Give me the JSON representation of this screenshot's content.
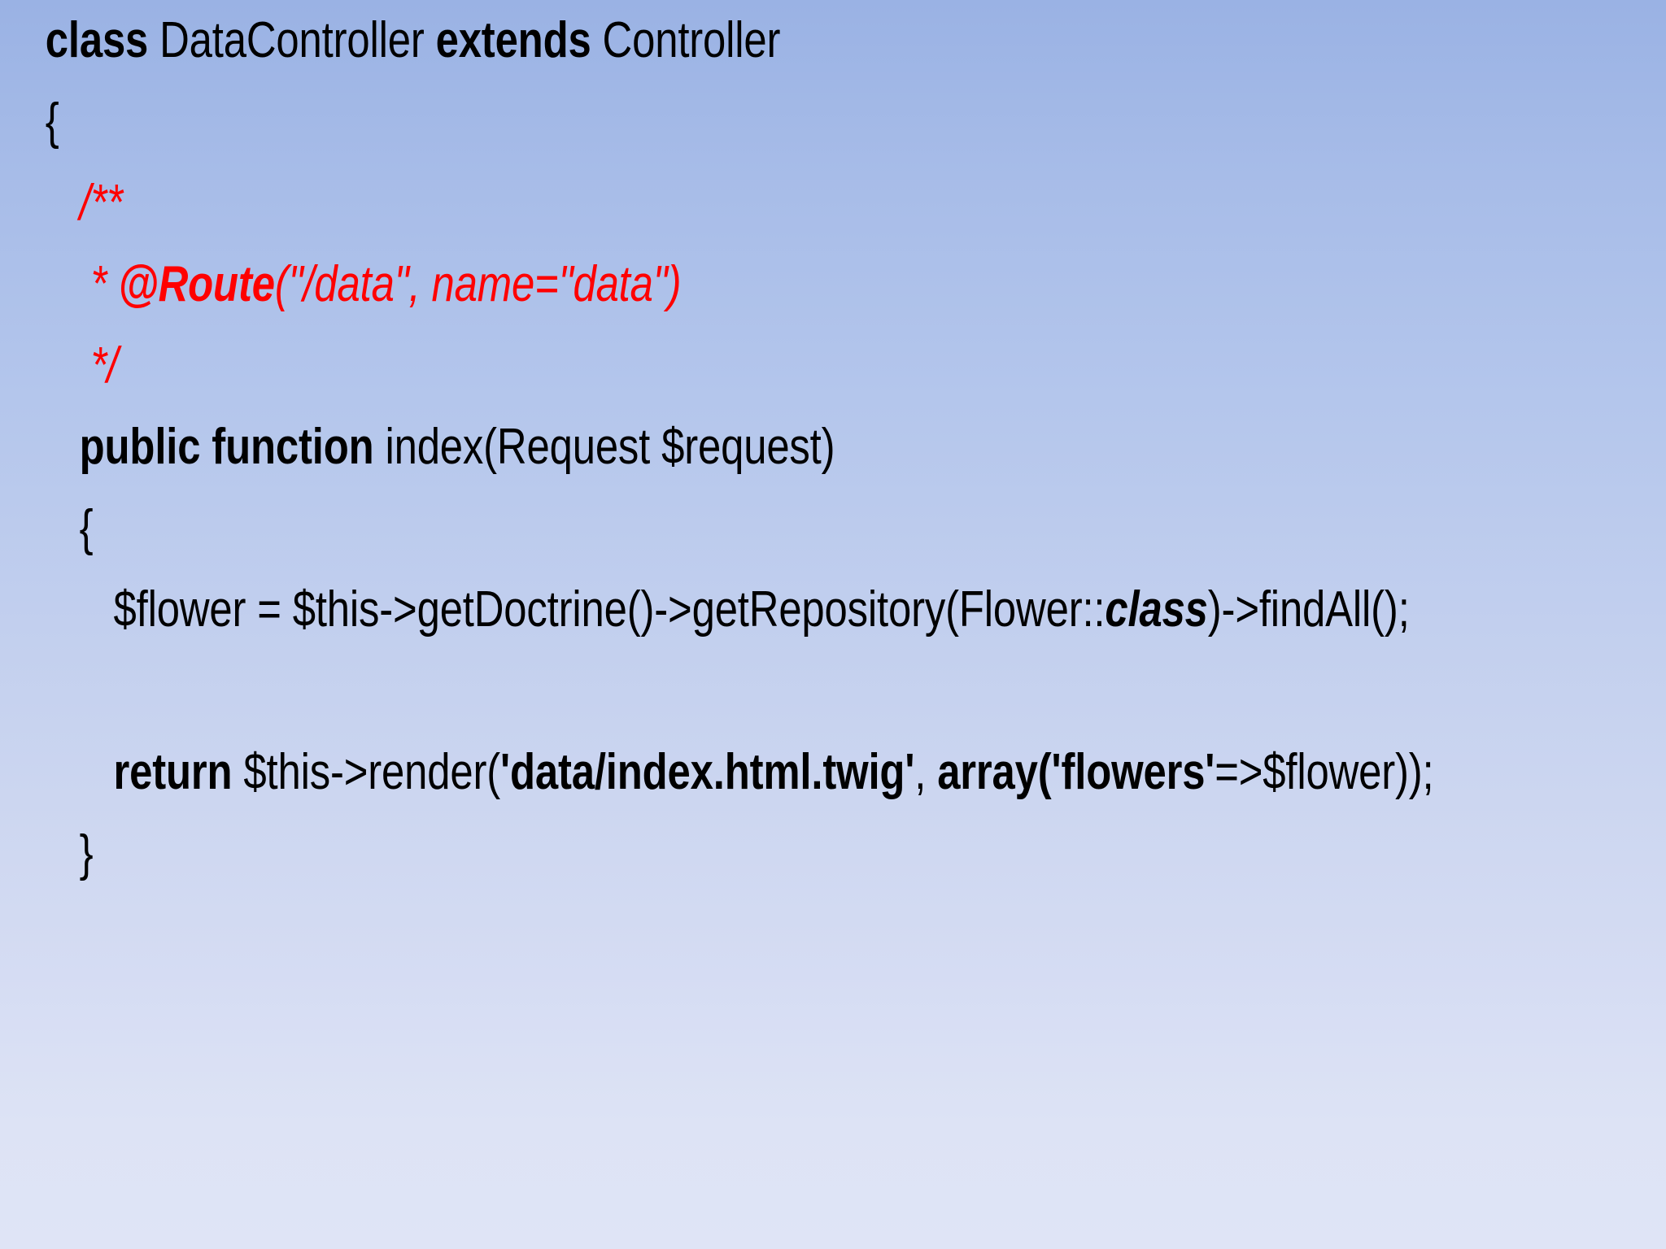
{
  "slide": {
    "background": {
      "top_color": "#9ab2e4",
      "mid_color": "#c2cfee",
      "bottom_color": "#dfe4f6",
      "type": "linear-gradient-vertical"
    },
    "accent_colors": {
      "comment_red": "#FF0000",
      "code_black": "#000000"
    },
    "language": "PHP",
    "code_lines": [
      {
        "id": "line-class-declaration",
        "color": "black",
        "tokens": [
          {
            "text": "class ",
            "style": "bold"
          },
          {
            "text": "DataController ",
            "style": "normal"
          },
          {
            "text": "extends ",
            "style": "bold"
          },
          {
            "text": "Controller",
            "style": "normal"
          }
        ]
      },
      {
        "id": "line-class-open-brace",
        "color": "black",
        "tokens": [
          {
            "text": "{",
            "style": "normal"
          }
        ]
      },
      {
        "id": "line-docblock-open",
        "color": "red",
        "tokens": [
          {
            "text": "   /**",
            "style": "italic"
          }
        ]
      },
      {
        "id": "line-route-annotation",
        "color": "red",
        "tokens": [
          {
            "text": "    * ",
            "style": "italic"
          },
          {
            "text": "@Route",
            "style": "bold-italic"
          },
          {
            "text": "(\"/data\", name=\"data\")",
            "style": "italic"
          }
        ]
      },
      {
        "id": "line-docblock-close",
        "color": "red",
        "tokens": [
          {
            "text": "    */",
            "style": "italic"
          }
        ]
      },
      {
        "id": "line-function-signature",
        "color": "black",
        "tokens": [
          {
            "text": "   ",
            "style": "normal"
          },
          {
            "text": "public function ",
            "style": "bold"
          },
          {
            "text": "index(Request $request)",
            "style": "normal"
          }
        ]
      },
      {
        "id": "line-function-open-brace",
        "color": "black",
        "tokens": [
          {
            "text": "   {",
            "style": "normal"
          }
        ]
      },
      {
        "id": "line-flower-query",
        "color": "black",
        "tokens": [
          {
            "text": "      $flower = $this->getDoctrine()->getRepository(Flower::",
            "style": "normal"
          },
          {
            "text": "class",
            "style": "bold-italic"
          },
          {
            "text": ")->findAll();",
            "style": "normal"
          }
        ]
      },
      {
        "id": "line-blank",
        "color": "black",
        "tokens": [
          {
            "text": " ",
            "style": "normal"
          }
        ]
      },
      {
        "id": "line-return-render",
        "color": "black",
        "tokens": [
          {
            "text": "      ",
            "style": "normal"
          },
          {
            "text": "return ",
            "style": "bold"
          },
          {
            "text": "$this->render(",
            "style": "normal"
          },
          {
            "text": "'data/index.html.twig'",
            "style": "bold"
          },
          {
            "text": ", ",
            "style": "normal"
          },
          {
            "text": "array(",
            "style": "bold"
          },
          {
            "text": "'flowers'",
            "style": "bold"
          },
          {
            "text": "=>$flower));",
            "style": "normal"
          }
        ]
      },
      {
        "id": "line-function-close-brace",
        "color": "black",
        "tokens": [
          {
            "text": "   }",
            "style": "normal"
          }
        ]
      }
    ],
    "plain_text": "class DataController extends Controller\n{\n   /**\n    * @Route(\"/data\", name=\"data\")\n    */\n   public function index(Request $request)\n   {\n      $flower = $this->getDoctrine()->getRepository(Flower::class)->findAll();\n\n      return $this->render('data/index.html.twig', array('flowers'=>$flower));\n   }"
  }
}
